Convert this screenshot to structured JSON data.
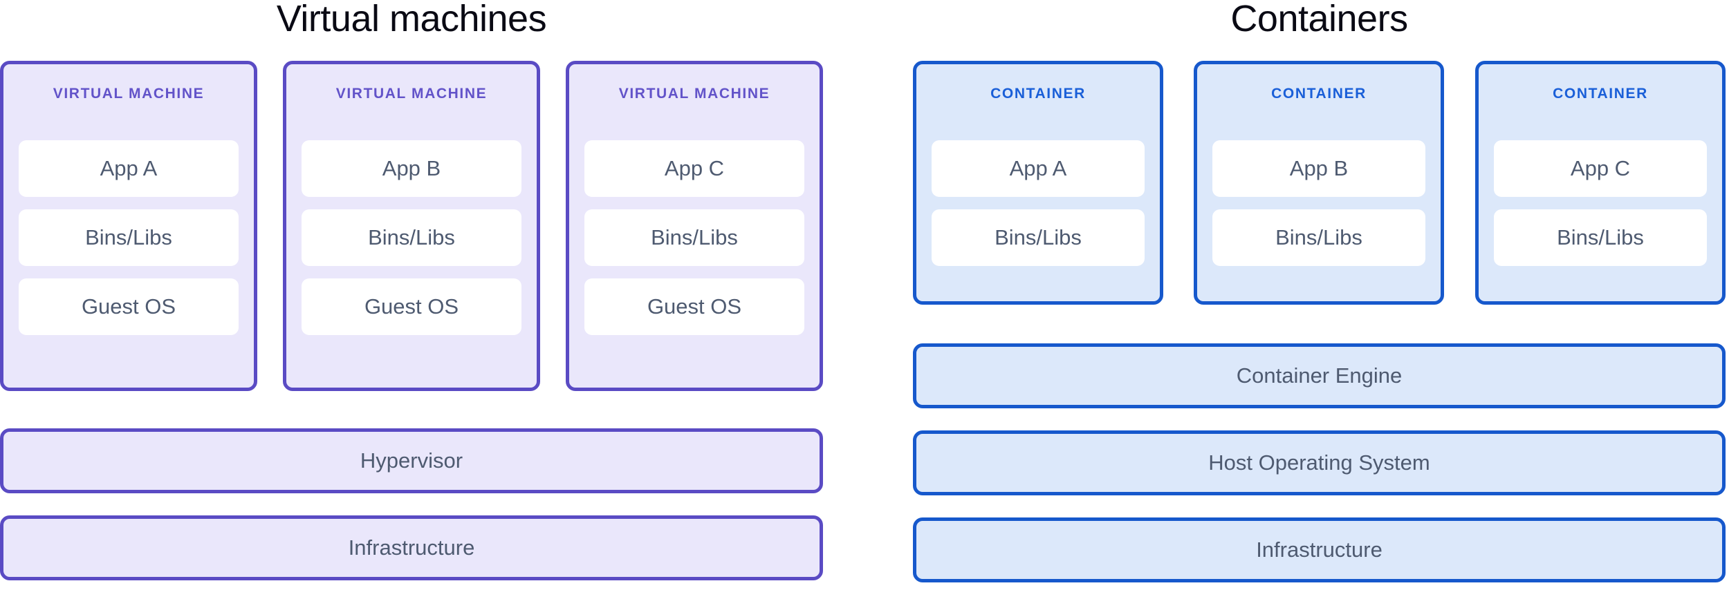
{
  "sections": {
    "virtual_machines": {
      "title": "Virtual machines",
      "accent_border": "#5a4bc4",
      "accent_fill": "#eae7fb",
      "label_color": "#6253c9",
      "stacks": [
        {
          "label": "VIRTUAL MACHINE",
          "layers": [
            "App A",
            "Bins/Libs",
            "Guest OS"
          ]
        },
        {
          "label": "VIRTUAL MACHINE",
          "layers": [
            "App B",
            "Bins/Libs",
            "Guest OS"
          ]
        },
        {
          "label": "VIRTUAL MACHINE",
          "layers": [
            "App C",
            "Bins/Libs",
            "Guest OS"
          ]
        }
      ],
      "base_bars": [
        "Hypervisor",
        "Infrastructure"
      ]
    },
    "containers": {
      "title": "Containers",
      "accent_border": "#1658cc",
      "accent_fill": "#dce8fa",
      "label_color": "#1a5fd8",
      "stacks": [
        {
          "label": "CONTAINER",
          "layers": [
            "App A",
            "Bins/Libs"
          ]
        },
        {
          "label": "CONTAINER",
          "layers": [
            "App B",
            "Bins/Libs"
          ]
        },
        {
          "label": "CONTAINER",
          "layers": [
            "App C",
            "Bins/Libs"
          ]
        }
      ],
      "base_bars": [
        "Container Engine",
        "Host Operating System",
        "Infrastructure"
      ]
    }
  },
  "text_color": "#4e5a70"
}
